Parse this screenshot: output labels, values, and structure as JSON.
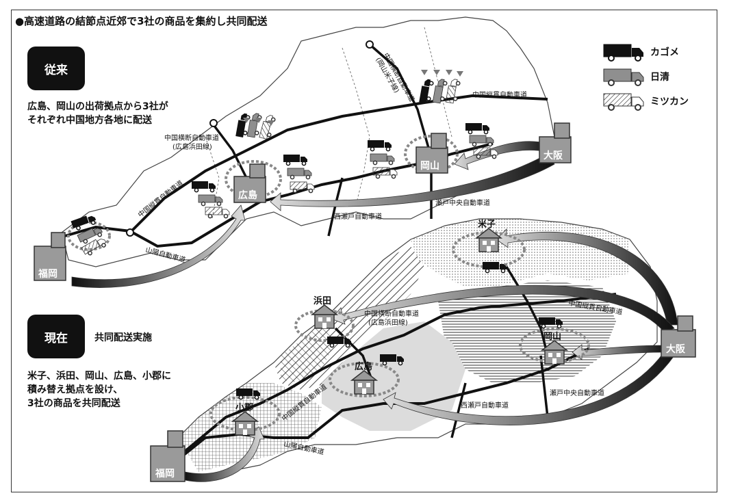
{
  "title": "●高速道路の結節点近郊で3社の商品を集約し共同配送",
  "legend": [
    {
      "name": "カゴメ",
      "icon": "truck-black-icon",
      "color": "#111111"
    },
    {
      "name": "日清",
      "icon": "truck-gray-icon",
      "color": "#8f8f8f"
    },
    {
      "name": "ミツカン",
      "icon": "truck-hatched-icon",
      "color": "#ffffff"
    }
  ],
  "before": {
    "label": "従来",
    "description": "広島、岡山の出荷拠点から3社が\nそれぞれ中国地方各地に配送",
    "cities": {
      "fukuoka": "福岡",
      "hiroshima": "広島",
      "okayama": "岡山",
      "osaka": "大阪"
    },
    "roads": {
      "hamada_line": "中国横断自動車道\n(広島浜田線)",
      "yonago_line": "中国横断自動車道\n(岡山米子線)",
      "chugoku_jukan_east": "中国縦貫自動車道",
      "chugoku_jukan_west": "中国縦貫自動車道",
      "sanyo": "山陽自動車道",
      "setochuo": "瀬戸中央自動車道",
      "nishiseto": "西瀬戸自動車道"
    }
  },
  "after": {
    "label": "現在",
    "subtitle": "共同配送実施",
    "description": "米子、浜田、岡山、広島、小郡に\n積み替え拠点を設け、\n3社の商品を共同配送",
    "cities": {
      "yonago": "米子",
      "hamada": "浜田",
      "okayama": "岡山",
      "hiroshima": "広島",
      "ogori": "小郡",
      "fukuoka": "福岡",
      "osaka": "大阪"
    },
    "roads": {
      "hamada_line": "中国横断自動車道\n(広島浜田線)",
      "chugoku_jukan_east": "中国縦貫自動車道",
      "chugoku_jukan_west": "中国縦貫自動車道",
      "sanyo": "山陽自動車道",
      "setochuo": "瀬戸中央自動車道",
      "nishiseto": "西瀬戸自動車道"
    }
  }
}
